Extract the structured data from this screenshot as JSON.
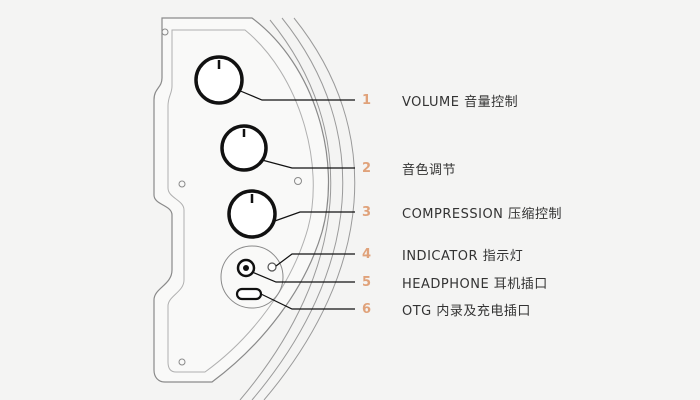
{
  "colors": {
    "background": "#f4f4f3",
    "outline": "#8a8a8a",
    "knob": "#111111",
    "number_accent": "#e0a27a",
    "label_text": "#333333"
  },
  "callouts": [
    {
      "number": "1",
      "label": "VOLUME 音量控制"
    },
    {
      "number": "2",
      "label": "音色调节"
    },
    {
      "number": "3",
      "label": "COMPRESSION 压缩控制"
    },
    {
      "number": "4",
      "label": "INDICATOR 指示灯"
    },
    {
      "number": "5",
      "label": "HEADPHONE 耳机插口"
    },
    {
      "number": "6",
      "label": "OTG 内录及充电插口"
    }
  ]
}
